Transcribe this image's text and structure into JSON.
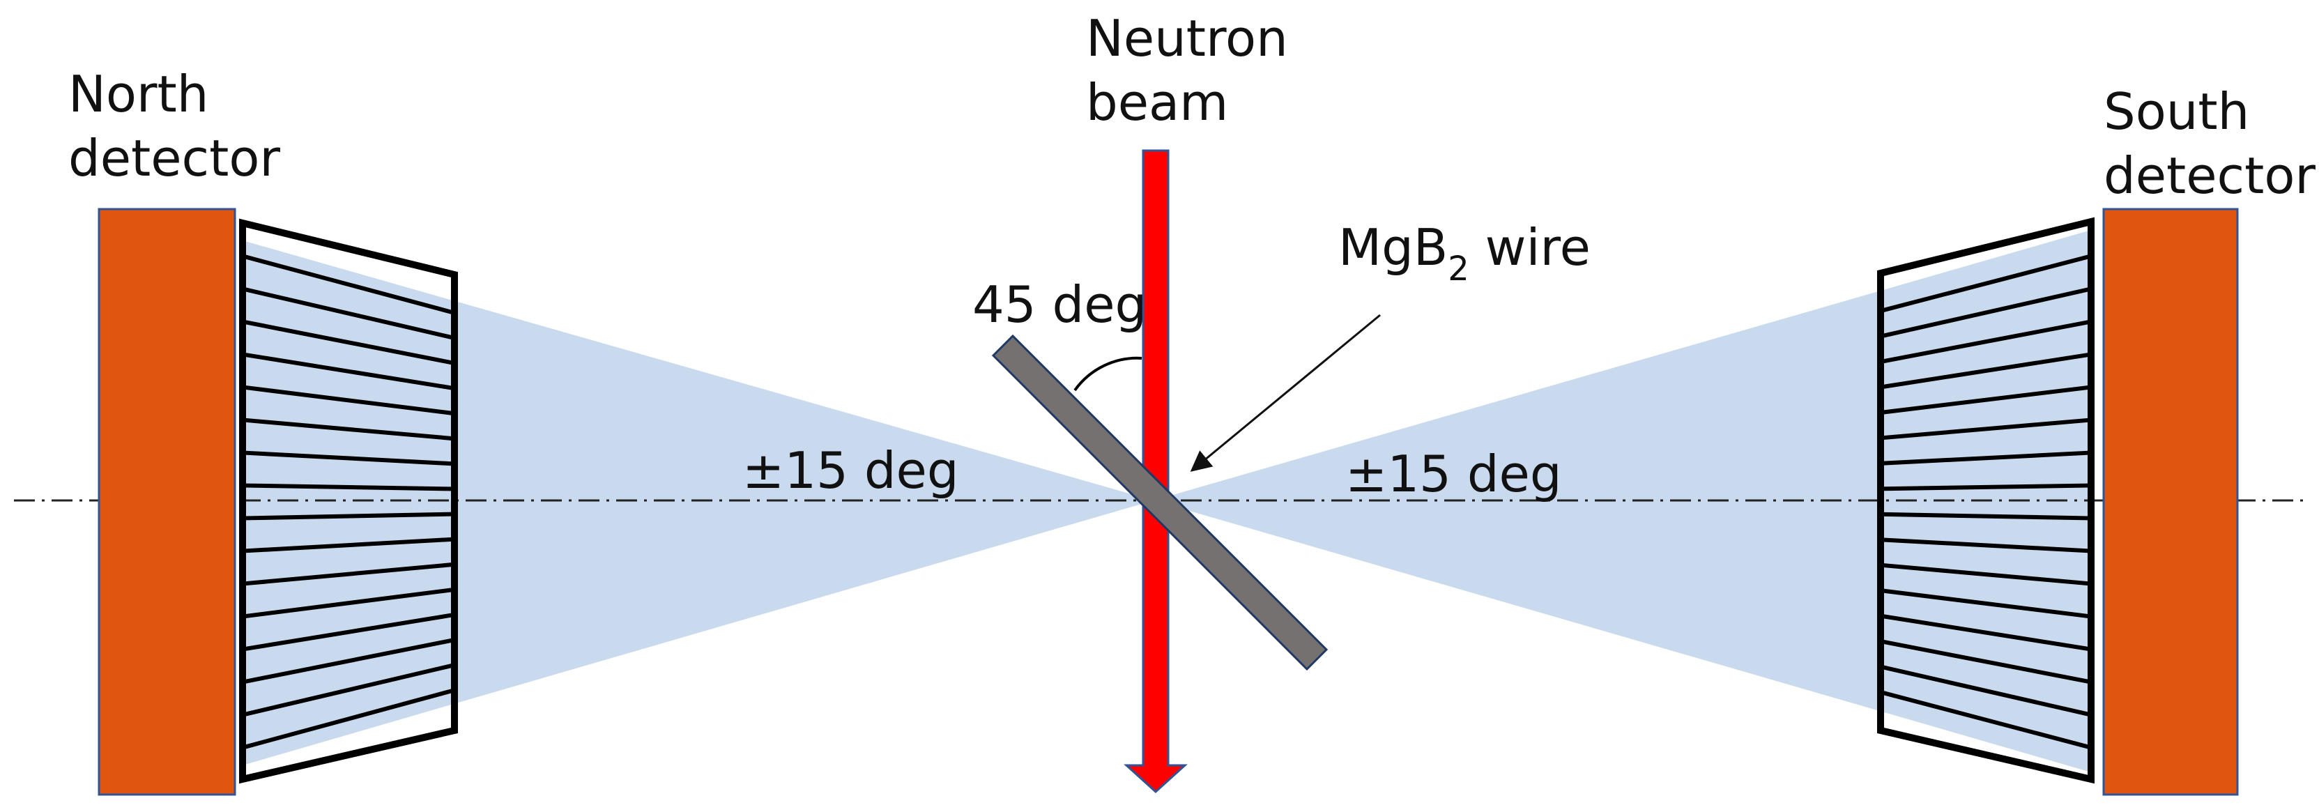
{
  "labels": {
    "north_detector": [
      "North",
      "detector"
    ],
    "south_detector": [
      "South",
      "detector"
    ],
    "neutron_beam": [
      "Neutron",
      "beam"
    ],
    "wire": {
      "main": "MgB",
      "subscript": "2",
      "suffix": " wire"
    },
    "wire_angle": "45 deg",
    "left_acceptance": "±15 deg",
    "right_acceptance": "±15 deg"
  },
  "colors": {
    "detector_fill": "#E0560E",
    "detector_border": "#2F5597",
    "beam": "#FF0000",
    "beam_border": "#2F5597",
    "wire_fill": "#767171",
    "wire_border": "#1F3864",
    "acceptance_cone": "#C9D9EE",
    "collimator": "#000000",
    "axis_line": "#222222"
  },
  "icons": {
    "beam_direction": "arrow-down-icon",
    "pointer": "arrow-pointer-icon"
  }
}
